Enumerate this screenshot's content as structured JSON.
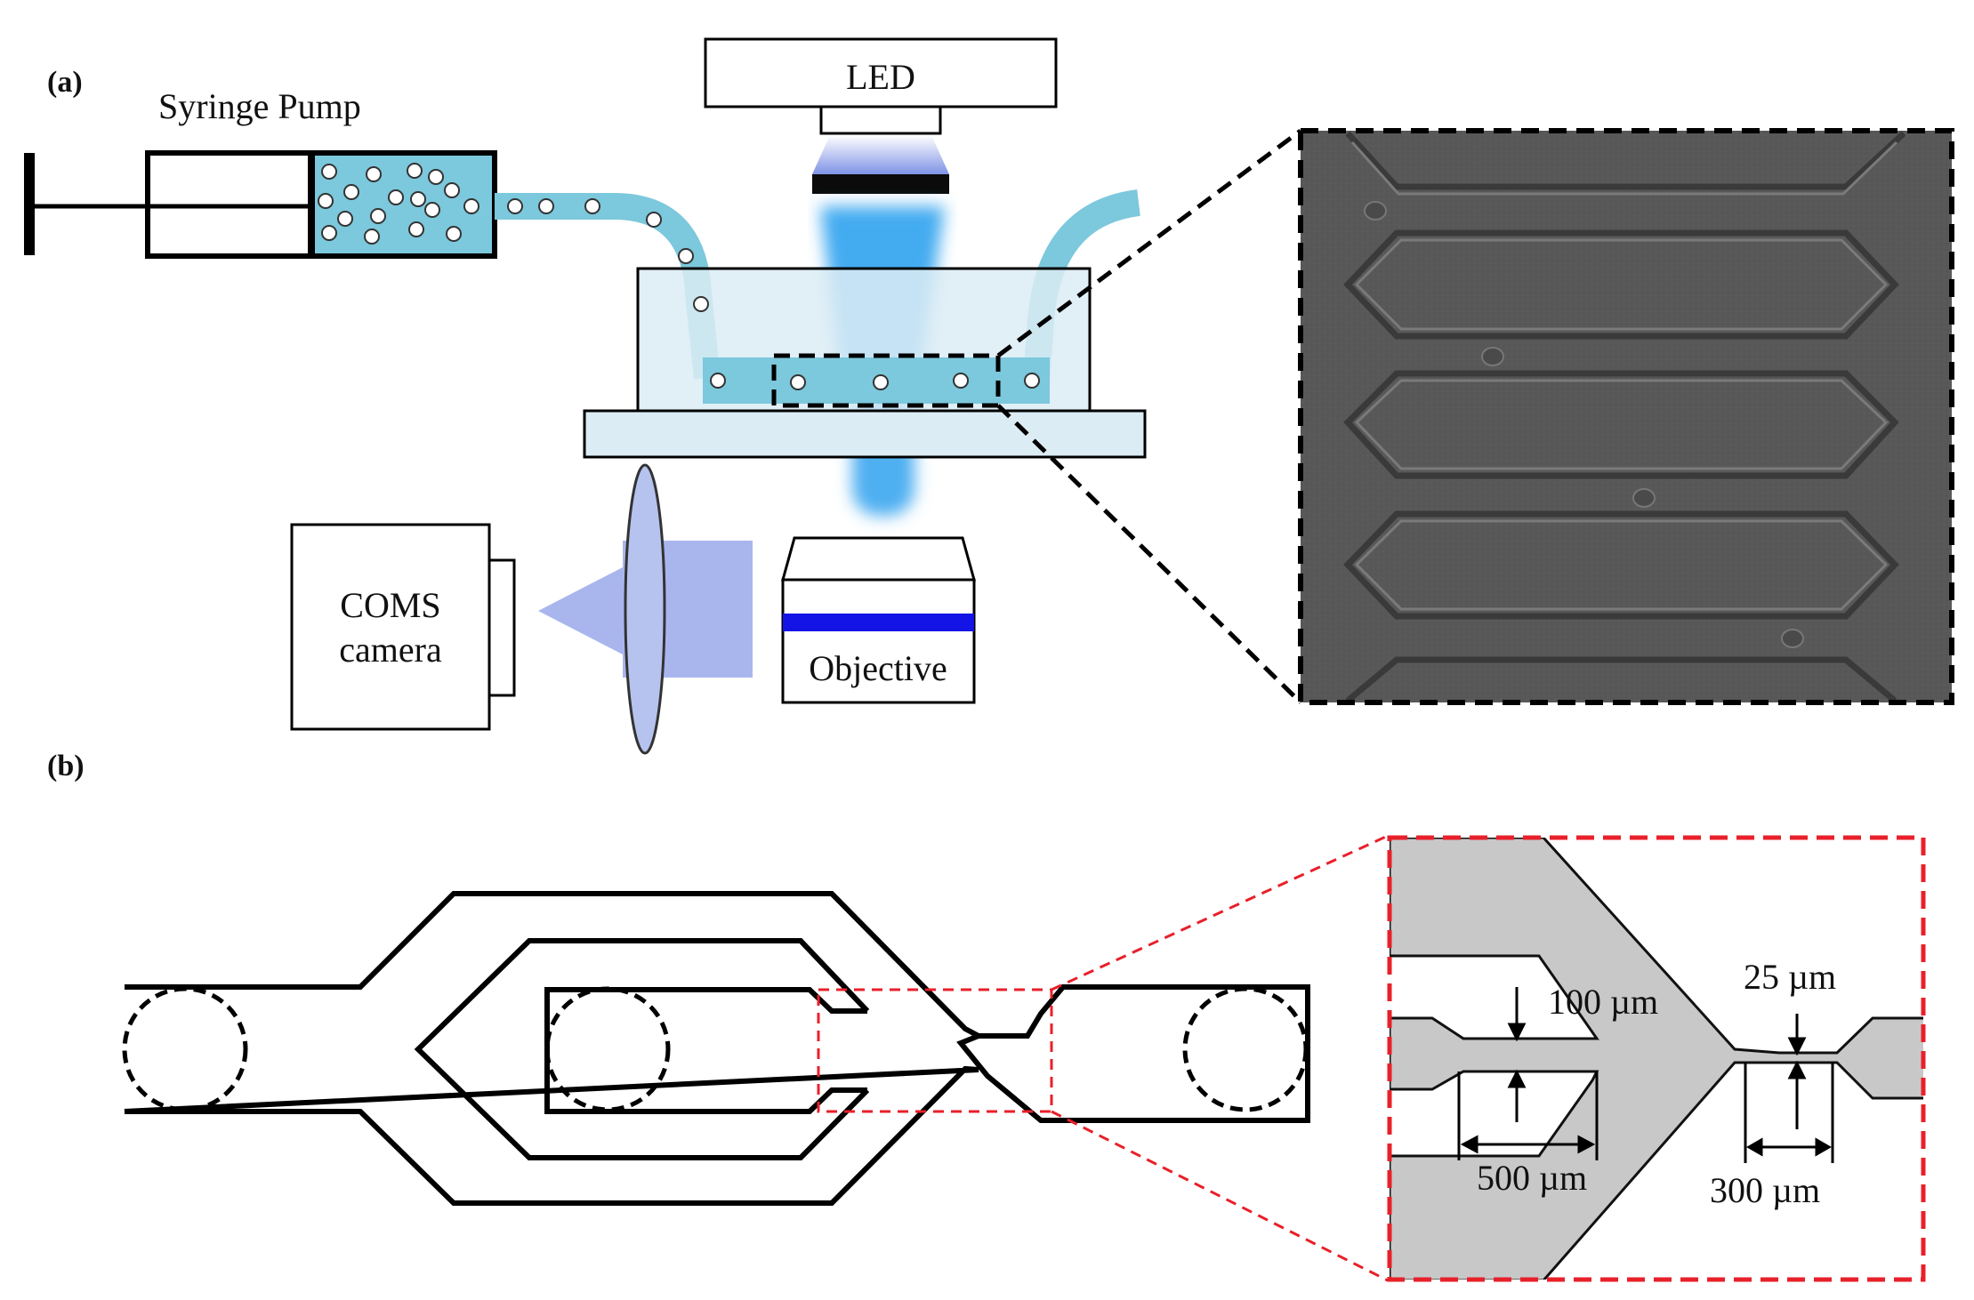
{
  "panels": {
    "a": "(a)",
    "b": "(b)"
  },
  "labels": {
    "syringe_pump": "Syringe Pump",
    "led": "LED",
    "camera_line1": "COMS",
    "camera_line2": "camera",
    "objective": "Objective"
  },
  "dimensions": {
    "d100": "100 µm",
    "d500": "500 µm",
    "d25": "25 µm",
    "d300": "300 µm"
  },
  "colors": {
    "fluid": "#7cc8dc",
    "chip": "#dcecf4",
    "light_beam": "#3aa6ef",
    "objective_band": "#1414e6",
    "camera_light": "#a9b6ee",
    "micrograph_bg": "#555555",
    "zoom_box_red": "#e8202a",
    "channel_fill": "#c8c8c8"
  }
}
